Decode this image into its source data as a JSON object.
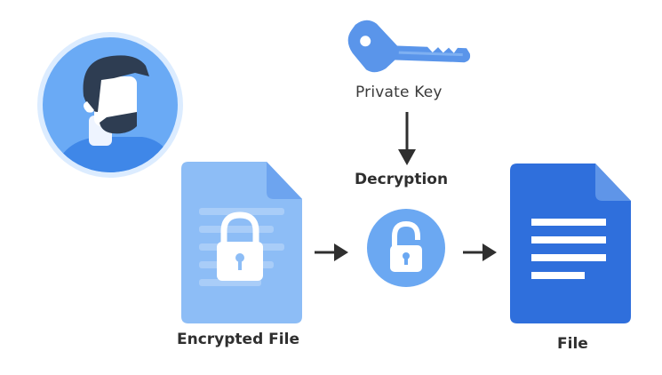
{
  "labels": {
    "private_key": "Private Key",
    "decryption": "Decryption",
    "encrypted_file": "Encrypted File",
    "file": "File"
  },
  "icons": {
    "user": "user-avatar-icon",
    "key": "key-icon",
    "encrypted_document": "locked-document-icon",
    "unlock": "unlocked-padlock-icon",
    "document": "document-icon"
  },
  "colors": {
    "avatar_ring": "#dcecff",
    "avatar_bg": "#5aa2f5",
    "avatar_shirt": "#3f87e8",
    "hair": "#2e3d52",
    "key_blue": "#5a95ea",
    "encrypted_doc_light": "#8dbdf6",
    "encrypted_doc_fold": "#6da4ef",
    "unlock_circle": "#6ba8f2",
    "doc_blue": "#2f6fdc",
    "doc_fold": "#5f95e8",
    "arrow": "#2f2f2f",
    "text": "#2f2f2f"
  }
}
